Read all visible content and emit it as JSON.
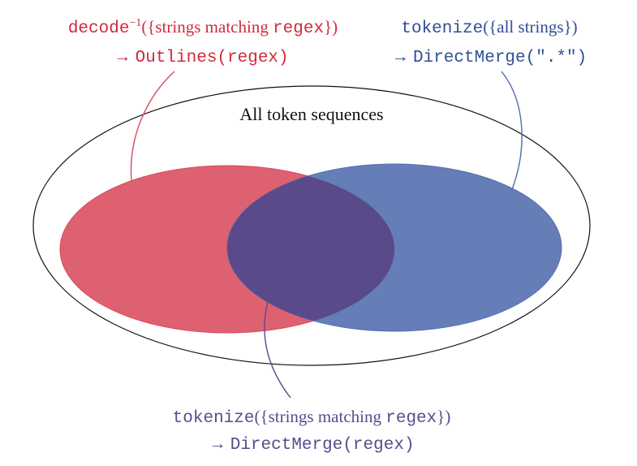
{
  "colors": {
    "red": "#d9495c",
    "red_text": "#d22a3b",
    "blue": "#5470b0",
    "blue_text": "#2f4f96",
    "overlap": "#5a4a8a",
    "overlap_text": "#5b4a8c",
    "outline": "#111111"
  },
  "universe": {
    "label": "All token sequences"
  },
  "red_annotation": {
    "line1": {
      "mono": "decode",
      "sup": "−1",
      "serif": "({strings matching ",
      "mono2": "regex",
      "serif2": "})"
    },
    "line2": {
      "arrow": "→ ",
      "mono": "Outlines(regex)"
    }
  },
  "blue_annotation": {
    "line1": {
      "mono": "tokenize",
      "serif": "({all strings})"
    },
    "line2": {
      "arrow": "→ ",
      "mono": "DirectMerge(\".*\")"
    }
  },
  "overlap_annotation": {
    "line1": {
      "mono": "tokenize",
      "serif": "({strings matching ",
      "mono2": "regex",
      "serif2": "})"
    },
    "line2": {
      "arrow": "→ ",
      "mono": "DirectMerge(regex)"
    }
  }
}
